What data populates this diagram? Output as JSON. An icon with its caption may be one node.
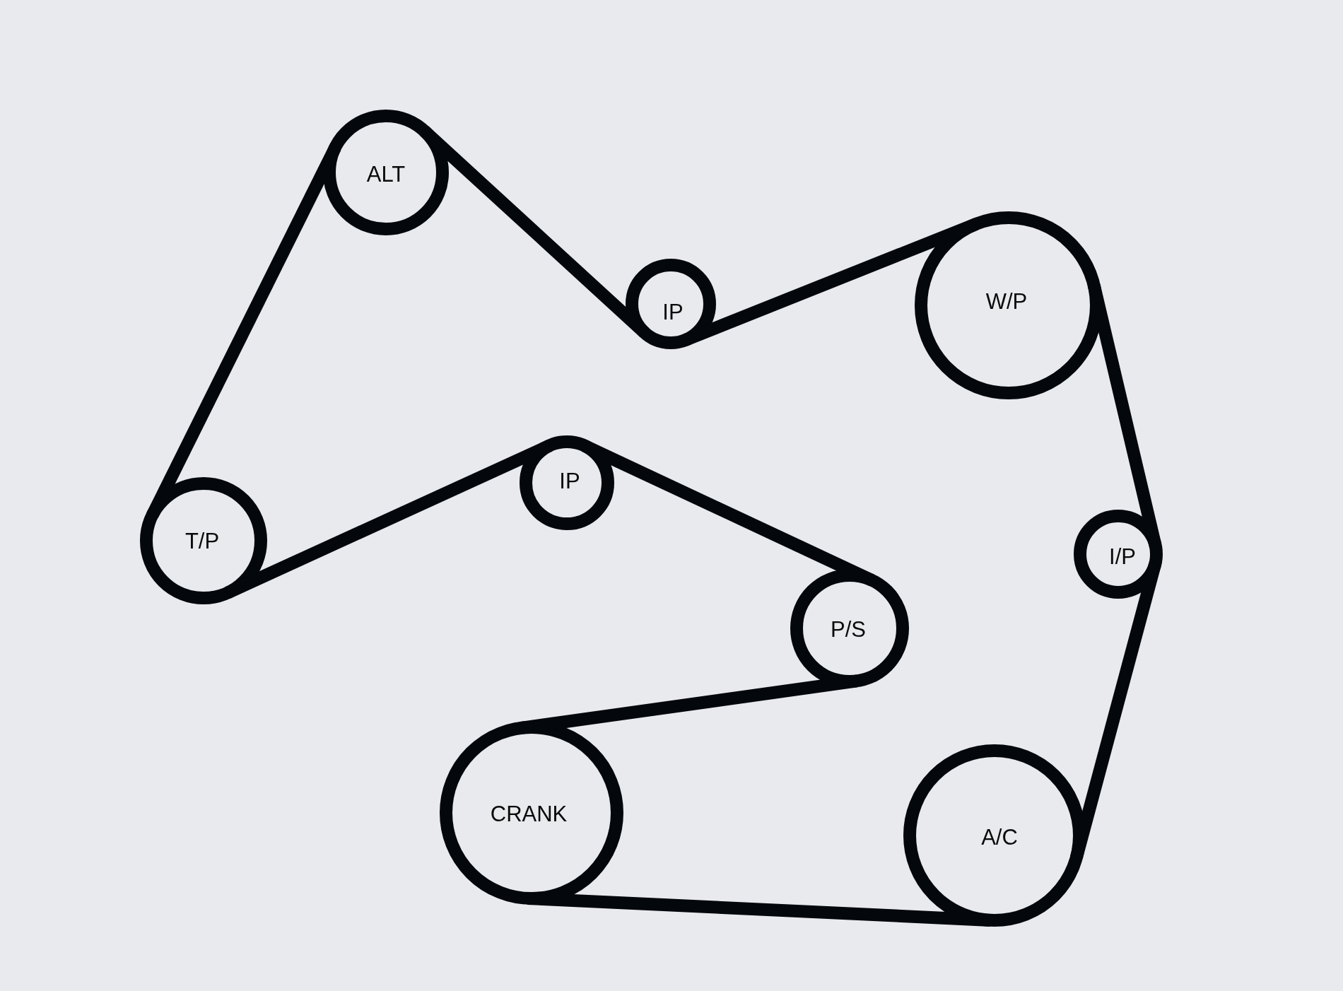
{
  "diagram": {
    "nodes": [
      {
        "text": [
          "ALT"
        ]
      },
      {
        "text": [
          "IP"
        ]
      },
      {
        "text": [
          "W/P"
        ]
      },
      {
        "text": [
          "IP"
        ]
      },
      {
        "text": [
          "T/P"
        ]
      },
      {
        "text": [
          "I/P"
        ]
      },
      {
        "text": [
          "P/S"
        ]
      },
      {
        "text": [
          "CRANK"
        ]
      },
      {
        "text": [
          "A/C"
        ]
      }
    ],
    "edges": [
      {
        "from": 0,
        "to": 1,
        "arrow": "none"
      },
      {
        "from": 1,
        "to": 2,
        "arrow": "none"
      },
      {
        "from": 2,
        "to": 5,
        "arrow": "none"
      },
      {
        "from": 5,
        "to": 8,
        "arrow": "none"
      },
      {
        "from": 8,
        "to": 7,
        "arrow": "none"
      },
      {
        "from": 7,
        "to": 6,
        "arrow": "none"
      },
      {
        "from": 6,
        "to": 3,
        "arrow": "none"
      },
      {
        "from": 3,
        "to": 4,
        "arrow": "none"
      },
      {
        "from": 4,
        "to": 0,
        "arrow": "none"
      }
    ]
  }
}
